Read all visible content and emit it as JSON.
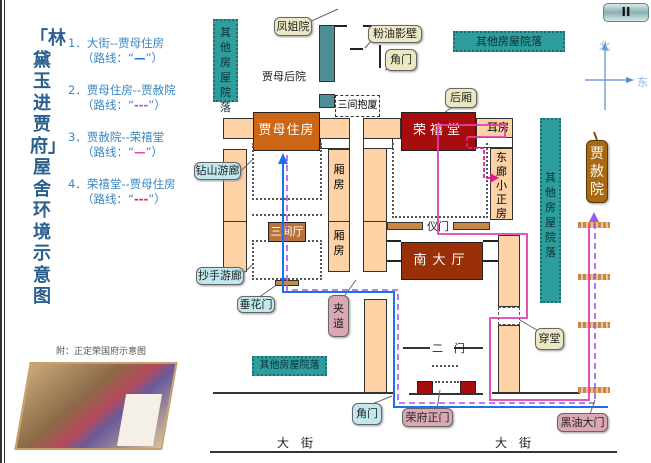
{
  "title": "「林黛玉进贾府」屋舍环境示意图",
  "routes": [
    {
      "label": "1．大街--贾母住房",
      "hint_prefix": "（路线：“",
      "mark": "—",
      "hint_suffix": "”）",
      "color": "#1e6ff0"
    },
    {
      "label": "2．贾母住房--贾赦院",
      "hint_prefix": "（路线：“",
      "mark": "---",
      "hint_suffix": "”）",
      "color": "#9a5af0"
    },
    {
      "label": "3．贾赦院--荣禧堂",
      "hint_prefix": "（路线：“",
      "mark": "—",
      "hint_suffix": "”）",
      "color": "#e040b0"
    },
    {
      "label": "4．荣禧堂--贾母住房",
      "hint_prefix": "（路线：“",
      "mark": "---",
      "hint_suffix": "”）",
      "color": "#e0206a"
    }
  ],
  "thumbnail_caption": "附：正定荣国府示意图",
  "pause_label": "II",
  "compass": {
    "north": "北",
    "east": "东"
  },
  "map": {
    "other_courtyard": "其他房屋院落",
    "fengjie": "凤姐院",
    "fenyou": "粉油影壁",
    "jiaomen": "角门",
    "houyuan": "贾母后院",
    "baosha": "三间抱厦",
    "houxiang": "后厢",
    "jiamu": "贾母住房",
    "rongxi": "荣禧堂",
    "erfang": "耳房",
    "donglang": "东廊小正房",
    "xiangfang": "厢房",
    "sanjian": "三间厅",
    "yimen": "仪门",
    "nandating": "南大厅",
    "jiashe": "贾赦院",
    "zhaoshan": "钻山游廊",
    "chaoshou": "抄手游廊",
    "chuihua": "垂花门",
    "jiadao": "夹道",
    "chuantang": "穿堂",
    "ermen": "二　门",
    "zhengmen": "荣府正门",
    "heiyou": "黑油大门",
    "street": "大　街"
  }
}
